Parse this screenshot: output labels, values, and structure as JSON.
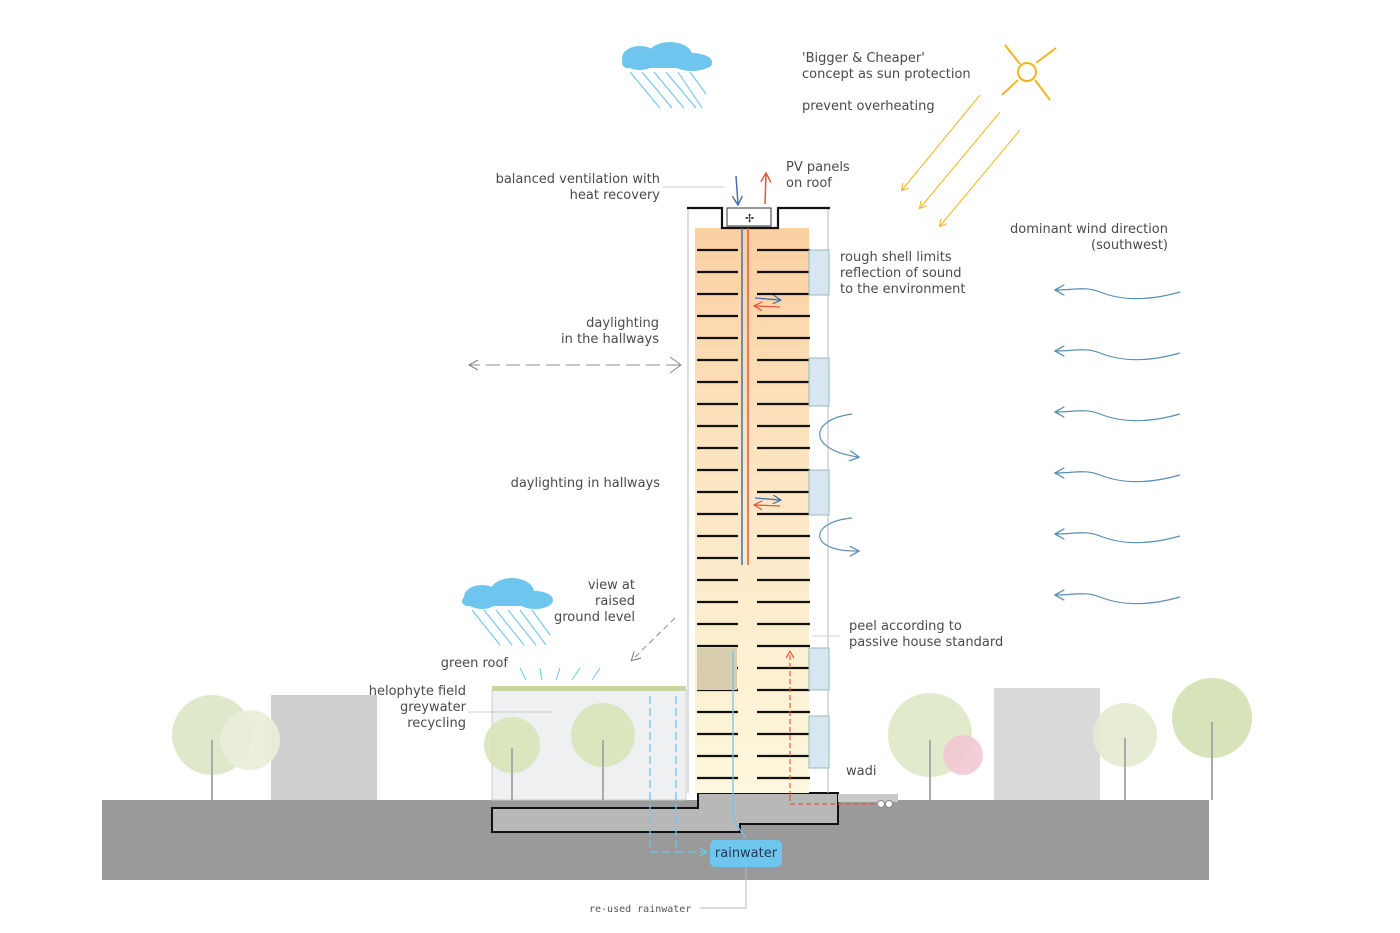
{
  "labels": {
    "concept": "'Bigger & Cheaper'\nconcept as sun protection",
    "overheating": "prevent overheating",
    "ventilation": "balanced ventilation with\nheat recovery",
    "pv": "PV panels\non roof",
    "wind": "dominant wind direction\n(southwest)",
    "rough_shell": "rough shell limits\nreflection of sound\nto the environment",
    "daylight_top": "daylighting\nin the hallways",
    "daylight_mid": "daylighting in hallways",
    "view": "view at\nraised\nground level",
    "peel": "peel according to\npassive house standard",
    "green_roof": "green roof",
    "helophyte": "helophyte field\ngreywater\nrecycling",
    "wadi": "wadi",
    "rainwater": "rainwater",
    "reused": "re-used rainwater"
  },
  "colors": {
    "ground": "#9a9a9a",
    "rain_cloud": "#6ec6ee",
    "sun": "#f2b51e",
    "wind": "#5a8fb0",
    "warm_top": "#fbd3a8",
    "warm_bottom": "#fdf6d8",
    "extract_air": "#e05a3a",
    "supply_air": "#4b6fb0"
  }
}
